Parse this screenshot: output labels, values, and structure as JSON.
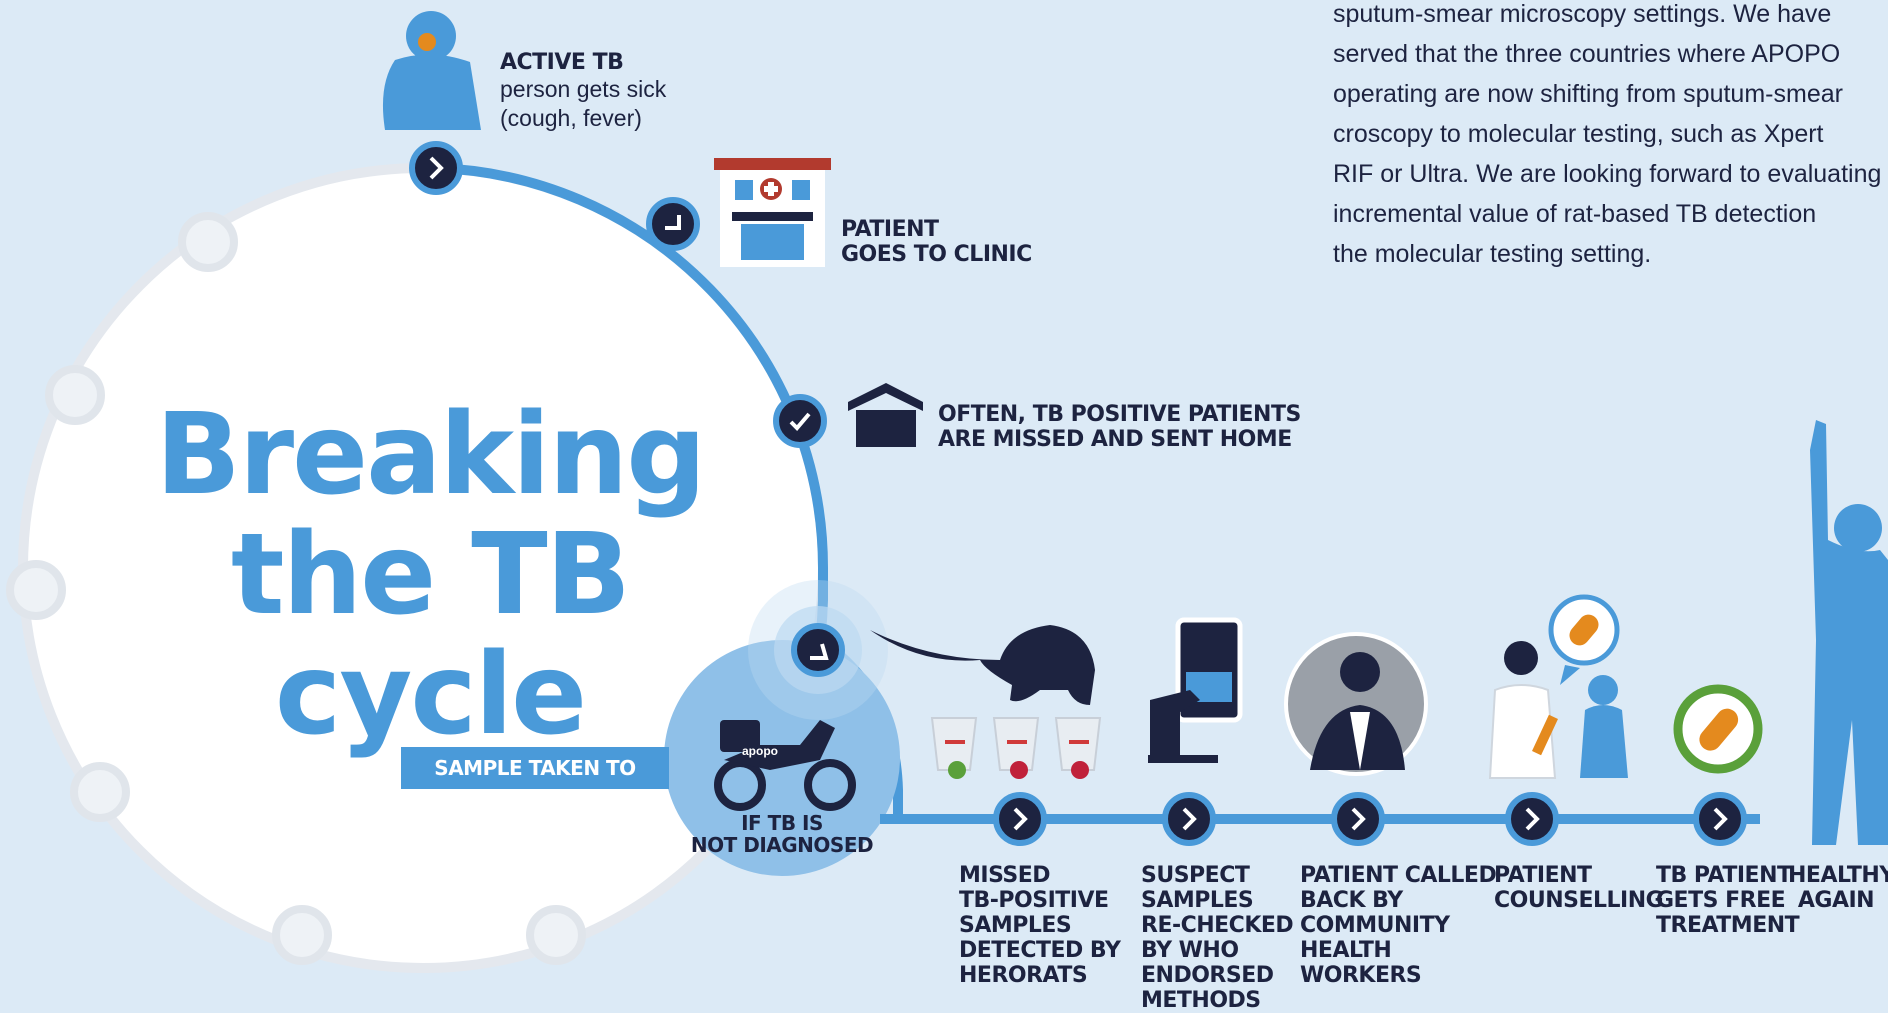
{
  "title": {
    "line1": "Breaking",
    "line2": "the TB cycle"
  },
  "paragraph": "sputum-smear microscopy settings. We have\nserved that the three countries where APOPO\noperating are now shifting from sputum-smear\ncroscopy to molecular testing, such as Xpert\nRIF or Ultra. We are looking forward to evaluating\nincremental value of rat-based TB detection\nthe molecular testing setting.",
  "cycle_steps": [
    {
      "heading": "ACTIVE TB",
      "line1": "person gets sick",
      "line2": "(cough, fever)"
    },
    {
      "heading1": "PATIENT",
      "heading2": "GOES TO CLINIC"
    },
    {
      "heading1": "OFTEN, TB POSITIVE PATIENTS",
      "heading2": "ARE MISSED AND SENT HOME"
    },
    {
      "label": "SAMPLE TAKEN TO APOPO"
    }
  ],
  "hub": {
    "line1": "IF TB IS",
    "line2": "NOT DIAGNOSED",
    "bike_brand": "apopo"
  },
  "timeline": [
    {
      "lines": [
        "MISSED",
        "TB-POSITIVE",
        "SAMPLES",
        "DETECTED BY",
        "HERORATS"
      ]
    },
    {
      "lines": [
        "SUSPECT",
        "SAMPLES",
        "RE-CHECKED",
        "BY WHO",
        "ENDORSED",
        "METHODS"
      ]
    },
    {
      "lines": [
        "PATIENT CALLED",
        "BACK BY",
        "COMMUNITY",
        "HEALTH",
        "WORKERS"
      ]
    },
    {
      "lines": [
        "PATIENT",
        "COUNSELLING"
      ]
    },
    {
      "lines": [
        "TB PATIENT",
        "GETS FREE",
        "TREATMENT"
      ]
    },
    {
      "lines": [
        "HEALTHY",
        "AGAIN"
      ]
    }
  ],
  "colors": {
    "background": "#dceaf6",
    "accent": "#4a9ad9",
    "navy": "#1d2340",
    "green": "#5aa03a",
    "orange": "#e48a1e"
  },
  "icons": [
    "arrow-icon",
    "person-coughing-icon",
    "clinic-icon",
    "house-icon",
    "microscope-icon",
    "rat-icon",
    "motorbike-icon",
    "doctor-icon",
    "pill-icon",
    "healthy-person-icon"
  ]
}
